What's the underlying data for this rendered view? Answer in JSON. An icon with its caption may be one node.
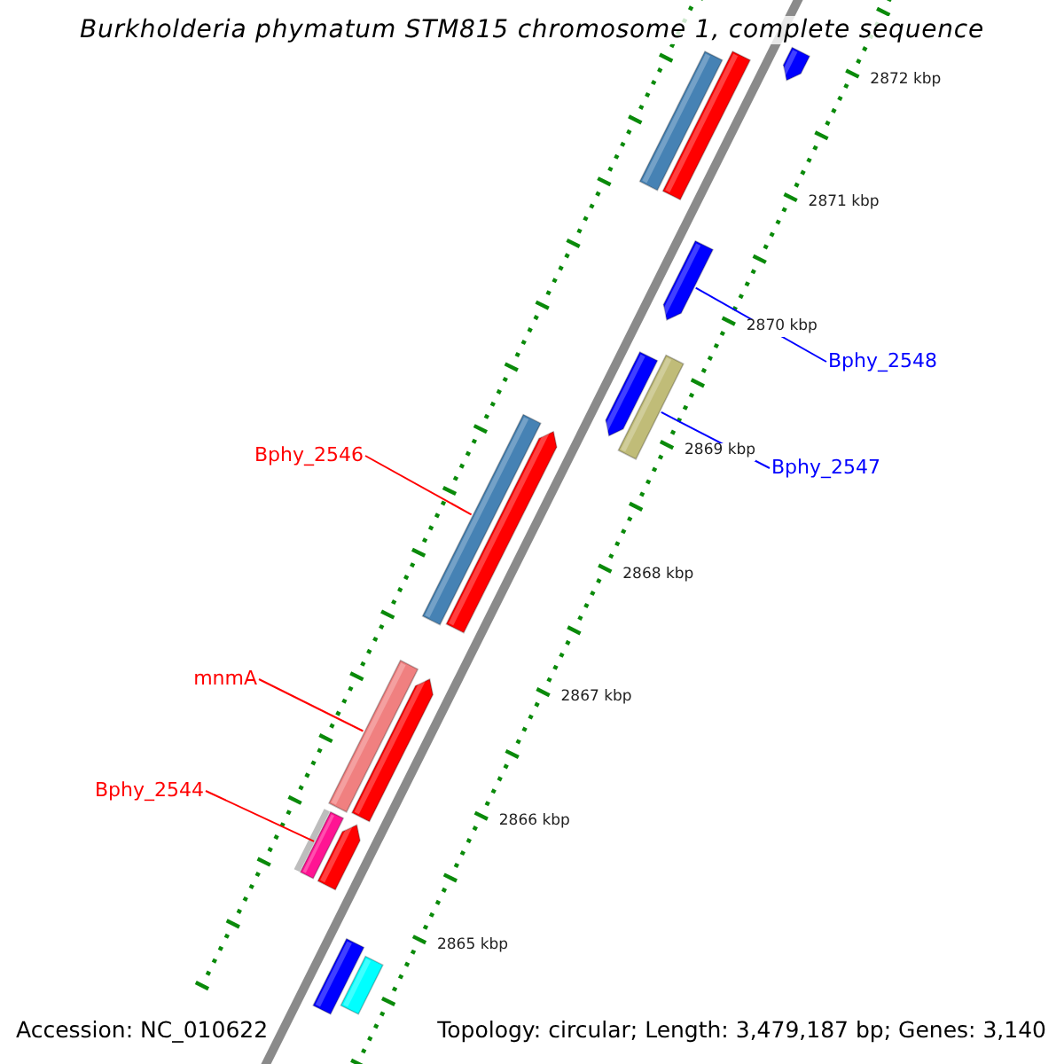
{
  "diagram": {
    "title": "Burkholderia phymatum STM815 chromosome 1, complete sequence",
    "nodes": [
      {
        "text": [],
        "shape": "bar"
      },
      {
        "text": [],
        "shape": "bar"
      },
      {
        "text": [],
        "shape": "bar"
      },
      {
        "text": [
          "Bphy_2548"
        ]
      },
      {
        "text": [],
        "shape": "bar"
      },
      {
        "text": [],
        "shape": "bar"
      },
      {
        "text": [
          "Bphy_2547"
        ]
      },
      {
        "text": [],
        "shape": "bar"
      },
      {
        "text": [
          "Bphy_2546"
        ]
      },
      {
        "text": [],
        "shape": "bar"
      },
      {
        "text": [],
        "shape": "bar"
      },
      {
        "text": [
          "mnmA"
        ]
      },
      {
        "text": [],
        "shape": "bar"
      },
      {
        "text": [],
        "shape": "bar"
      },
      {
        "text": [
          "Bphy_2544"
        ]
      },
      {
        "text": [],
        "shape": "bar"
      },
      {
        "text": [],
        "shape": "bar"
      },
      {
        "text": [],
        "shape": "bar"
      },
      {
        "text": [],
        "shape": "bar"
      }
    ],
    "edges": [
      {
        "from": 3,
        "to": 4,
        "arrow": "none",
        "color": "#0000ff"
      },
      {
        "from": 6,
        "to": 7,
        "arrow": "none",
        "color": "#0000ff"
      },
      {
        "from": 8,
        "to": 9,
        "arrow": "none"
      },
      {
        "from": 11,
        "to": 12,
        "arrow": "none"
      },
      {
        "from": 14,
        "to": 15,
        "arrow": "none"
      }
    ],
    "labels": [
      "2872 kbp",
      "2871 kbp",
      "2870 kbp",
      "2869 kbp",
      "2868 kbp",
      "2867 kbp",
      "2866 kbp",
      "2865 kbp",
      "Accession: NC_010622",
      "Topology: circular; Length: 3,479,187 bp; Genes: 3,140"
    ]
  }
}
